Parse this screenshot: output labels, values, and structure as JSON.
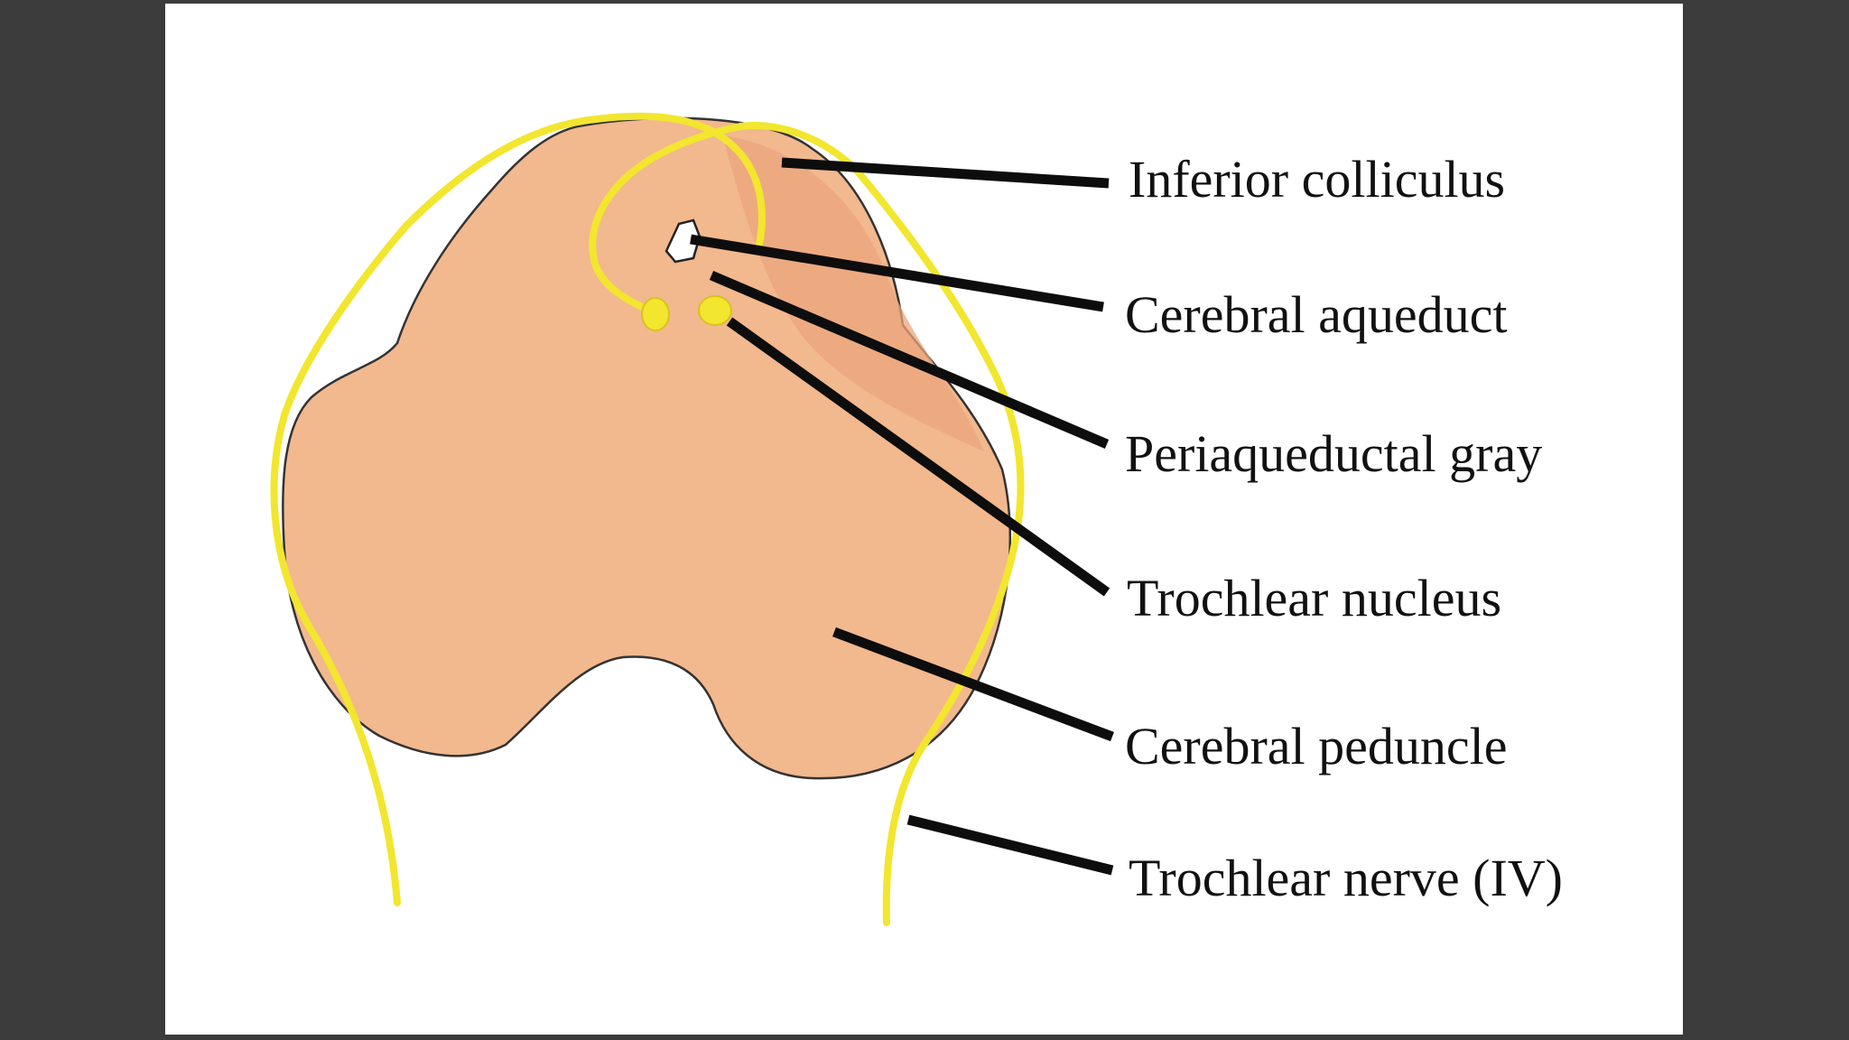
{
  "slide": {
    "background_color": "#ffffff",
    "frame_color": "#3c3c3c"
  },
  "diagram": {
    "structure_colors": {
      "midbrain": "#f2b88e",
      "midbrain_shade": "#eba57c",
      "nerve": "#f2e62e",
      "nerve_dark": "#d9c21e",
      "outline": "#333333",
      "leader_line": "#0d0d0d"
    },
    "labels": [
      {
        "id": "inferior-colliculus",
        "text": "Inferior colliculus"
      },
      {
        "id": "cerebral-aqueduct",
        "text": "Cerebral aqueduct"
      },
      {
        "id": "periaqueductal-gray",
        "text": "Periaqueductal gray"
      },
      {
        "id": "trochlear-nucleus",
        "text": "Trochlear nucleus"
      },
      {
        "id": "cerebral-peduncle",
        "text": "Cerebral peduncle"
      },
      {
        "id": "trochlear-nerve",
        "text": "Trochlear nerve (IV)"
      }
    ]
  }
}
